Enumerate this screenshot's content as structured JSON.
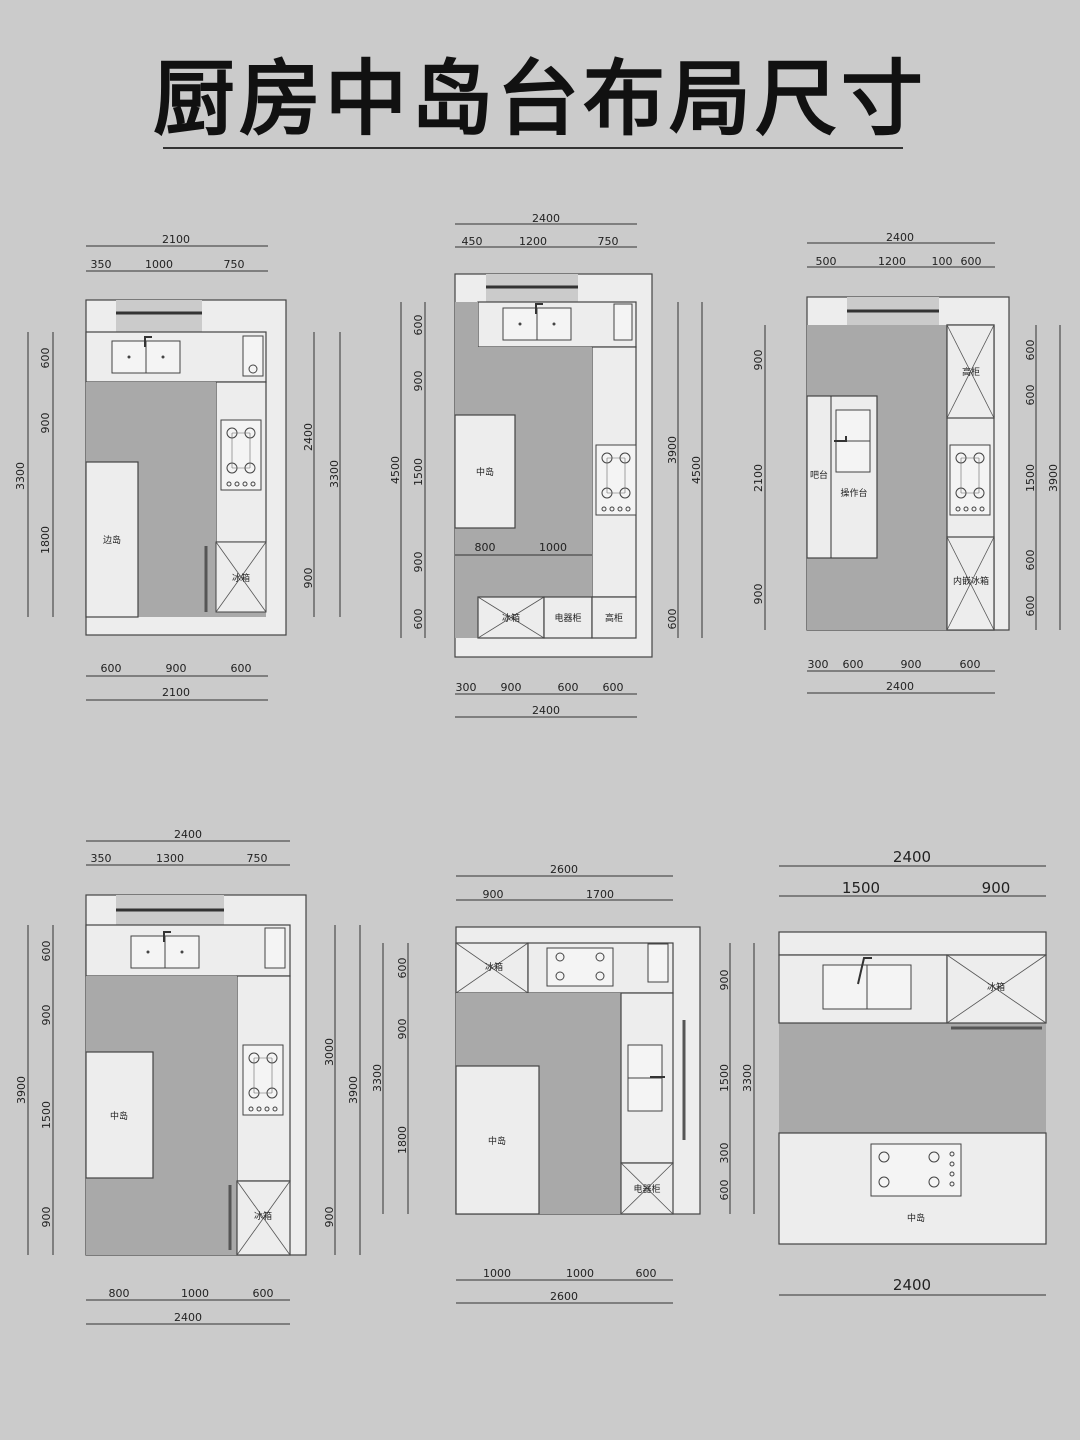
{
  "title": "厨房中岛台布局尺寸",
  "labels": {
    "side_island": "边岛",
    "island": "中岛",
    "fridge": "冰箱",
    "appliance": "电器柜",
    "tall": "高柜",
    "bar": "吧台",
    "prep": "操作台",
    "builtin_fridge": "内嵌冰箱"
  },
  "plan1": {
    "top_total": "2100",
    "top_a": "350",
    "top_b": "1000",
    "top_c": "750",
    "left_total": "3300",
    "left_a": "600",
    "left_b": "900",
    "left_c": "1800",
    "right_total": "3300",
    "right_a": "2400",
    "right_b": "900",
    "bot_a": "600",
    "bot_b": "900",
    "bot_c": "600",
    "bot_total": "2100"
  },
  "plan2": {
    "top_total": "2400",
    "top_a": "450",
    "top_b": "1200",
    "top_c": "750",
    "left_total": "4500",
    "left_a": "600",
    "left_b": "900",
    "left_c": "1500",
    "left_d": "900",
    "left_e": "600",
    "right_total": "4500",
    "right_a": "3900",
    "right_b": "600",
    "inner_a": "800",
    "inner_b": "1000",
    "bot_a": "300",
    "bot_b": "900",
    "bot_c": "600",
    "bot_d": "600",
    "bot_total": "2400"
  },
  "plan3": {
    "top_total": "2400",
    "top_a": "500",
    "top_b": "1200",
    "top_c": "100",
    "top_d": "600",
    "left_a": "900",
    "left_b": "2100",
    "left_c": "900",
    "right_total": "3900",
    "right_a": "600",
    "right_b": "600",
    "right_c": "1500",
    "right_d": "600",
    "right_e": "600",
    "bot_a": "300",
    "bot_b": "600",
    "bot_c": "900",
    "bot_d": "600",
    "bot_total": "2400"
  },
  "plan4": {
    "top_total": "2400",
    "top_a": "350",
    "top_b": "1300",
    "top_c": "750",
    "left_total": "3900",
    "left_a": "600",
    "left_b": "900",
    "left_c": "1500",
    "left_d": "900",
    "right_total": "3900",
    "right_a": "3000",
    "right_b": "900",
    "bot_a": "800",
    "bot_b": "1000",
    "bot_c": "600",
    "bot_total": "2400"
  },
  "plan5": {
    "top_total": "2600",
    "top_a": "900",
    "top_b": "1700",
    "left_total": "3300",
    "left_a": "600",
    "left_b": "900",
    "left_c": "1800",
    "right_total": "3300",
    "right_a": "900",
    "right_b": "1500",
    "right_c": "300",
    "right_d": "600",
    "bot_a": "1000",
    "bot_b": "1000",
    "bot_c": "600",
    "bot_total": "2600"
  },
  "plan6": {
    "top_total": "2400",
    "top_a": "1500",
    "top_b": "900",
    "bot_total": "2400"
  }
}
